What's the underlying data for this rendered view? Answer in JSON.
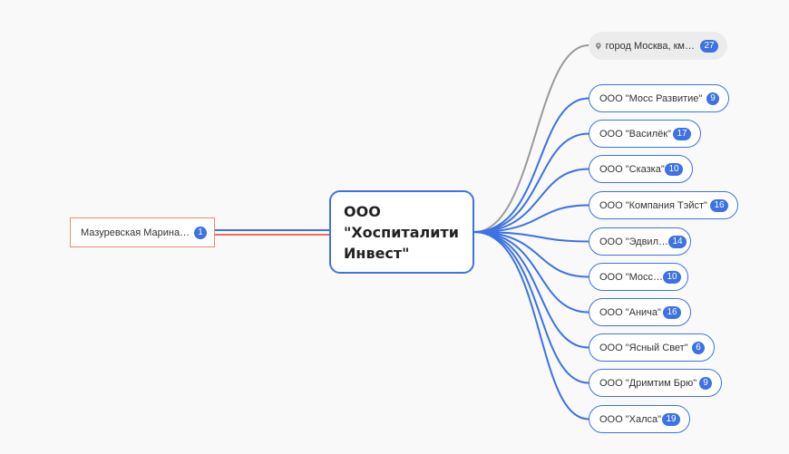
{
  "center": {
    "title": "ООО \"Хоспиталити Инвест\""
  },
  "left": {
    "label": "Мазуревская Марина…",
    "badge": "1"
  },
  "address": {
    "icon": "location-pin-icon",
    "label": "город Москва, км…",
    "badge": "27"
  },
  "children": [
    {
      "label": "ООО \"Мосс Развитие\"",
      "badge": "9"
    },
    {
      "label": "ООО \"Василёк\"",
      "badge": "17"
    },
    {
      "label": "ООО \"Сказка\"",
      "badge": "10"
    },
    {
      "label": "ООО \"Компания Тэйст\"",
      "badge": "16"
    },
    {
      "label": "ООО \"Эдвил…",
      "badge": "14"
    },
    {
      "label": "ООО \"Мосс…",
      "badge": "10"
    },
    {
      "label": "ООО \"Анича\"",
      "badge": "16"
    },
    {
      "label": "ООО \"Ясный Свет\"",
      "badge": "6"
    },
    {
      "label": "ООО \"Дримтим Брю\"",
      "badge": "9"
    },
    {
      "label": "ООО \"Халса\"",
      "badge": "19"
    }
  ],
  "colors": {
    "accent": "#3d72e4",
    "address_edge": "#9a9a9a",
    "left_edge_secondary": "#ef6f55",
    "left_border": "#ef8a74"
  }
}
